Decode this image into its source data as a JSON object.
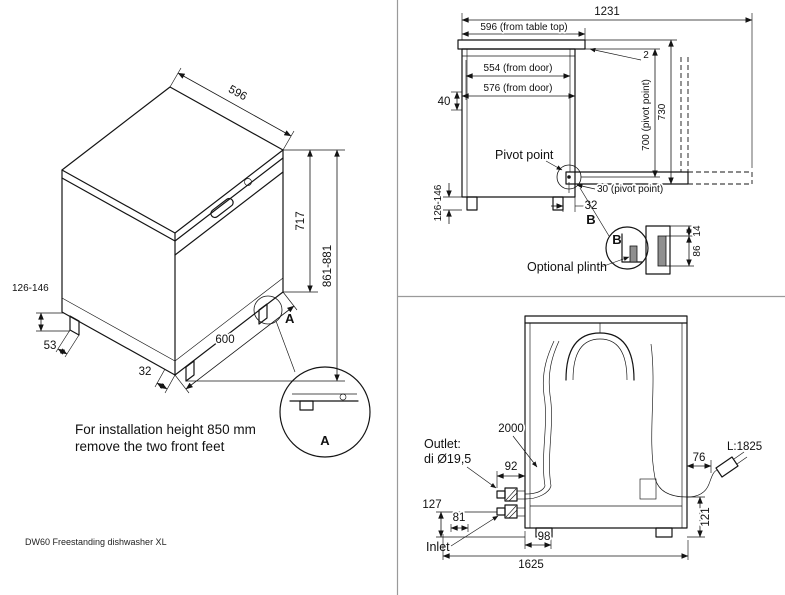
{
  "page": {
    "footer": "DW60 Freestanding dishwasher XL"
  },
  "isometric_view": {
    "dim_top_width": "596",
    "dim_body_height": "717",
    "dim_total_height": "861-881",
    "dim_foot_height": "126-146",
    "dim_side_offset": "53",
    "dim_front_width": "600",
    "dim_front_offset": "32",
    "detail_ref": "A",
    "detail_label": "A",
    "note_line1": "For installation height 850 mm",
    "note_line2": "remove the two front feet"
  },
  "side_view": {
    "dim_total_depth": "1231",
    "dim_table_top": "596 (from table top)",
    "dim_gap": "2",
    "dim_door_554": "554 (from door)",
    "dim_door_576": "576 (from door)",
    "dim_40": "40",
    "dim_pivot_height": "700 (pivot point)",
    "dim_730": "730",
    "dim_foot_height": "126-146",
    "dim_pivot_offset": "30 (pivot point)",
    "dim_32": "32",
    "pivot_label": "Pivot point",
    "detail_ref": "B",
    "detail_label": "B",
    "plinth_label": "Optional plinth",
    "dim_plinth_14": "14",
    "dim_plinth_86": "86"
  },
  "rear_view": {
    "dim_drain_hose": "2000",
    "outlet_line1": "Outlet:",
    "outlet_line2": "di Ø19,5",
    "dim_92": "92",
    "dim_76": "76",
    "cord_length": "L:1825",
    "dim_127": "127",
    "dim_81": "81",
    "dim_98": "98",
    "dim_121": "121",
    "dim_inlet_hose": "1625",
    "inlet_label": "Inlet"
  }
}
